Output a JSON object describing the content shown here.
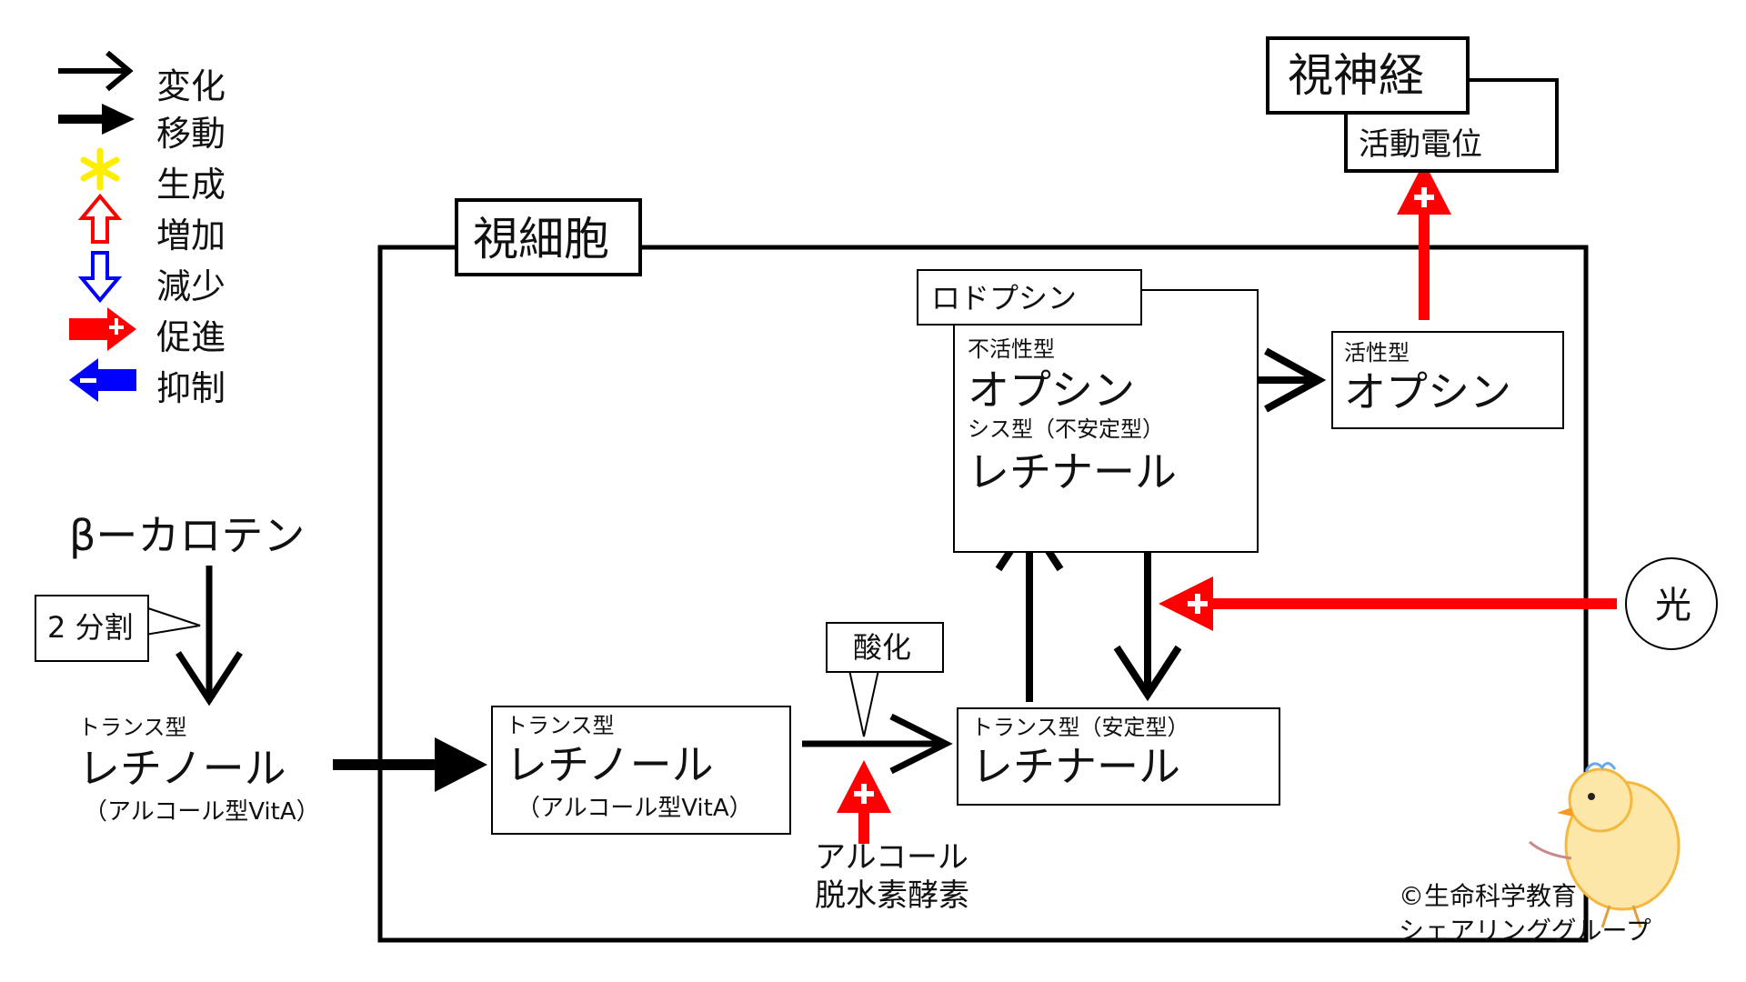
{
  "legend": [
    {
      "icon": "change-arrow-icon",
      "label": "変化"
    },
    {
      "icon": "move-arrow-icon",
      "label": "移動"
    },
    {
      "icon": "yellow-asterisk-icon",
      "label": "生成"
    },
    {
      "icon": "red-up-arrow-icon",
      "label": "増加"
    },
    {
      "icon": "blue-down-arrow-icon",
      "label": "減少"
    },
    {
      "icon": "red-plus-arrow-icon",
      "label": "促進"
    },
    {
      "icon": "blue-minus-arrow-icon",
      "label": "抑制"
    }
  ],
  "optic_nerve": {
    "title": "視神経",
    "sub": "活動電位"
  },
  "photoreceptor": {
    "title": "視細胞"
  },
  "rhodopsin": {
    "label": "ロドプシン",
    "inactive_small": "不活性型",
    "inactive_main": "オプシン",
    "cis_small": "シス型（不安定型）",
    "cis_main": "レチナール"
  },
  "active_opsin": {
    "small": "活性型",
    "main": "オプシン"
  },
  "beta_carotene": {
    "name": "βーカロテン",
    "callout": "2 分割"
  },
  "outer_retinol": {
    "small": "トランス型",
    "main": "レチノール",
    "note": "（アルコール型VitA）"
  },
  "inner_retinol": {
    "small": "トランス型",
    "main": "レチノール",
    "note": "（アルコール型VitA）"
  },
  "oxidation": {
    "label": "酸化"
  },
  "trans_retinal": {
    "small": "トランス型（安定型）",
    "main": "レチナール"
  },
  "enzyme": {
    "line1": "アルコール",
    "line2": "脱水素酵素"
  },
  "light": {
    "label": "光"
  },
  "credit": {
    "line1": "©生命科学教育",
    "line2": "シェアリンググループ"
  },
  "colors": {
    "promote": "#ff0000",
    "inhibit": "#0000ff",
    "generate": "#ffee00",
    "line": "#000000"
  }
}
